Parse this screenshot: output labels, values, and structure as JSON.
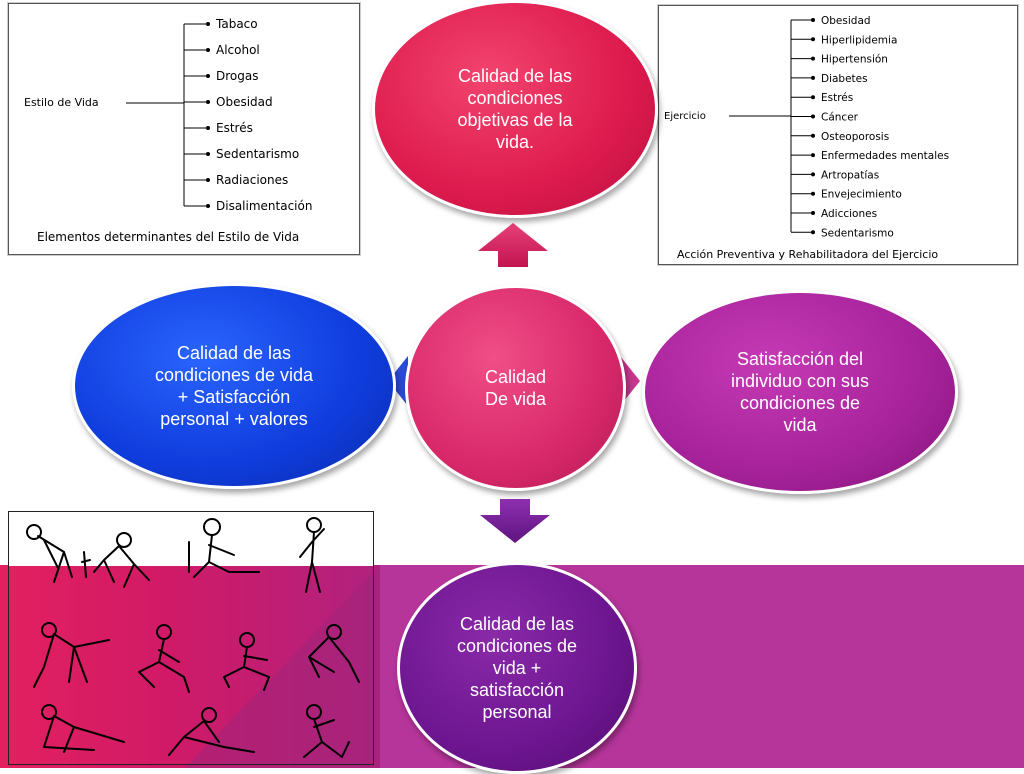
{
  "left_panel": {
    "root": "Estilo de Vida",
    "items": [
      "Tabaco",
      "Alcohol",
      "Drogas",
      "Obesidad",
      "Estrés",
      "Sedentarismo",
      "Radiaciones",
      "Disalimentación"
    ],
    "caption": "Elementos determinantes del Estilo de Vida"
  },
  "right_panel": {
    "root": "Ejercicio",
    "items": [
      "Obesidad",
      "Hiperlipidemia",
      "Hipertensión",
      "Diabetes",
      "Estrés",
      "Cáncer",
      "Osteoporosis",
      "Enfermedades mentales",
      "Artropatías",
      "Envejecimiento",
      "Adicciones",
      "Sedentarismo"
    ],
    "caption": "Acción Preventiva y Rehabilitadora del Ejercicio"
  },
  "ellipses": {
    "top": [
      "Calidad de las",
      "condiciones",
      "objetivas de la",
      "vida."
    ],
    "left": [
      "Calidad de las",
      "condiciones de vida",
      "+ Satisfacción",
      "personal + valores"
    ],
    "center": [
      "Calidad",
      "De vida"
    ],
    "right": [
      "Satisfacción del",
      "individuo con sus",
      "condiciones de",
      "vida"
    ],
    "bottom": [
      "Calidad de las",
      "condiciones de",
      "vida +",
      "satisfacción",
      "personal"
    ]
  },
  "colors": {
    "top": "#dd1a4d",
    "left": "#0f3cdc",
    "center": "#d8286a",
    "right": "#a6229a",
    "bottom": "#6d1590",
    "band": "#b5359a"
  },
  "icons": {
    "figures": "exercise-figure-illustrations"
  }
}
